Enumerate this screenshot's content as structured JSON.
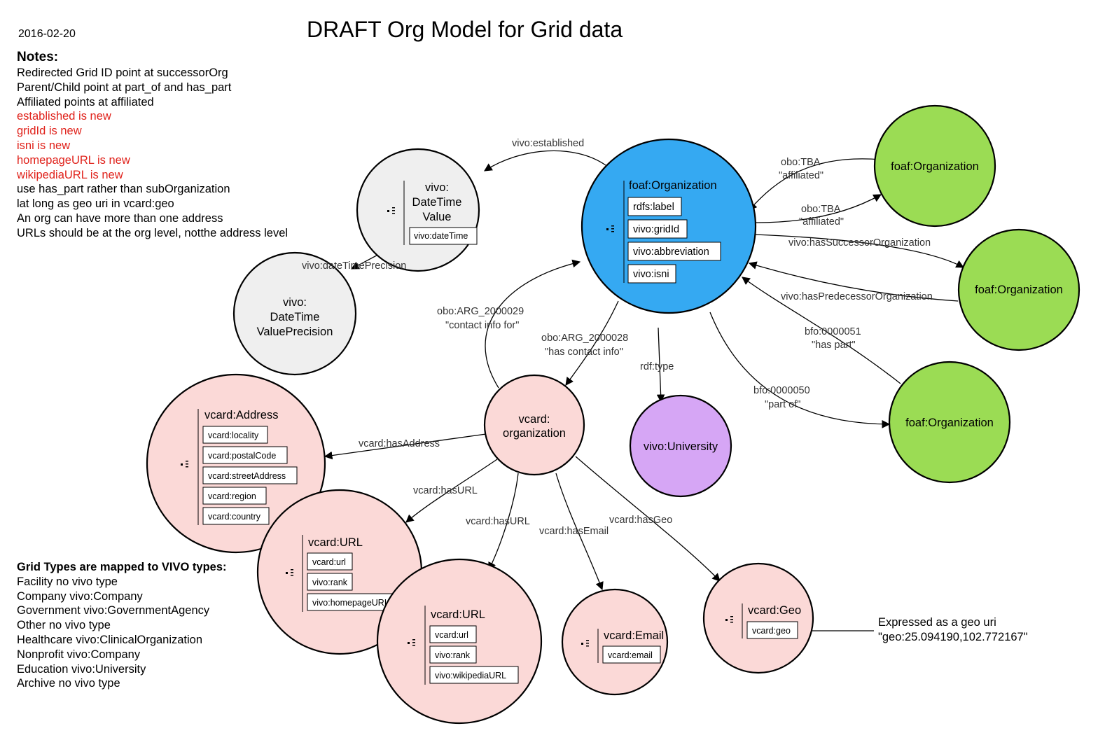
{
  "date": "2016-02-20",
  "title": "DRAFT Org Model for Grid data",
  "notes": {
    "heading": "Notes:",
    "lines": [
      {
        "text": "Redirected Grid ID point at successorOrg",
        "color": "#000000"
      },
      {
        "text": "Parent/Child point at part_of and has_part",
        "color": "#000000"
      },
      {
        "text": "Affiliated points at affiliated",
        "color": "#000000"
      },
      {
        "text": "established is new",
        "color": "#e0221b"
      },
      {
        "text": "gridId is new",
        "color": "#e0221b"
      },
      {
        "text": "isni is new",
        "color": "#e0221b"
      },
      {
        "text": "homepageURL is new",
        "color": "#e0221b"
      },
      {
        "text": "wikipediaURL is new",
        "color": "#e0221b"
      },
      {
        "text": "use has_part rather than subOrganization",
        "color": "#000000"
      },
      {
        "text": "lat long as geo uri in vcard:geo",
        "color": "#000000"
      },
      {
        "text": "An org can have more than one address",
        "color": "#000000"
      },
      {
        "text": "URLs should be at the org level, notthe address level",
        "color": "#000000"
      }
    ]
  },
  "grid_types": {
    "heading": "Grid Types are mapped to VIVO types:",
    "lines": [
      "Facility no vivo type",
      "Company vivo:Company",
      "Government vivo:GovernmentAgency",
      "Other no vivo type",
      "Healthcare vivo:ClinicalOrganization",
      "Nonprofit vivo:Company",
      "Education vivo:University",
      "Archive no vivo type"
    ]
  },
  "colors": {
    "org_blue": "#35a9f2",
    "foaf_green": "#9bdc54",
    "vcard_pink": "#fbd9d7",
    "vivo_gray": "#efefef",
    "university_purple": "#d6a6f5",
    "note_red": "#e0221b"
  },
  "nodes": {
    "org": {
      "title": "foaf:Organization",
      "props": [
        "rdfs:label",
        "vivo:gridId",
        "vivo:abbreviation",
        "vivo:isni"
      ]
    },
    "datetime": {
      "title_lines": [
        "vivo:",
        "DateTime",
        "Value"
      ],
      "props": [
        "vivo:dateTime"
      ]
    },
    "precision": {
      "title_lines": [
        "vivo:",
        "DateTime",
        "ValuePrecision"
      ]
    },
    "foaf1": {
      "title": "foaf:Organization"
    },
    "foaf2": {
      "title": "foaf:Organization"
    },
    "foaf3": {
      "title": "foaf:Organization"
    },
    "university": {
      "title": "vivo:University"
    },
    "vorg": {
      "title_lines": [
        "vcard:",
        "organization"
      ]
    },
    "address": {
      "title": "vcard:Address",
      "props": [
        "vcard:locality",
        "vcard:postalCode",
        "vcard:streetAddress",
        "vcard:region",
        "vcard:country"
      ]
    },
    "url1": {
      "title": "vcard:URL",
      "props": [
        "vcard:url",
        "vivo:rank",
        "vivo:homepageURL"
      ]
    },
    "url2": {
      "title": "vcard:URL",
      "props": [
        "vcard:url",
        "vivo:rank",
        "vivo:wikipediaURL"
      ]
    },
    "email": {
      "title": "vcard:Email",
      "props": [
        "vcard:email"
      ]
    },
    "geo": {
      "title": "vcard:Geo",
      "props": [
        "vcard:geo"
      ]
    }
  },
  "edges": {
    "established": "vivo:established",
    "precision": "vivo:dateTimePrecision",
    "affiliated1_a": "obo:TBA",
    "affiliated1_b": "\"affiliated\"",
    "affiliated2_a": "obo:TBA",
    "affiliated2_b": "\"affiliated\"",
    "successor": "vivo:hasSuccessorOrganization",
    "predecessor": "vivo:hasPredecessorOrganization",
    "haspart_a": "bfo:0000051",
    "haspart_b": "\"has part\"",
    "partof_a": "bfo:0000050",
    "partof_b": "\"part of\"",
    "type": "rdf:type",
    "contactfor_a": "obo:ARG_2000029",
    "contactfor_b": "\"contact info for\"",
    "hascontact_a": "obo:ARG_2000028",
    "hascontact_b": "\"has contact info\"",
    "hasaddress": "vcard:hasAddress",
    "hasurl1": "vcard:hasURL",
    "hasurl2": "vcard:hasURL",
    "hasemail": "vcard:hasEmail",
    "hasgeo": "vcard:hasGeo"
  },
  "annotation": {
    "line1": "Expressed as a geo uri",
    "line2": "\"geo:25.094190,102.772167\""
  }
}
